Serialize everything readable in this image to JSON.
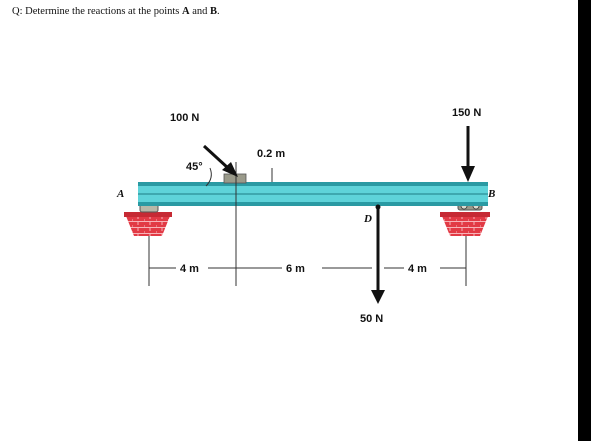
{
  "question": {
    "prefix": "Q: Determine the reactions at the points ",
    "point_a": "A",
    "conjunction": " and ",
    "point_b": "B",
    "suffix": "."
  },
  "diagram": {
    "loads": {
      "left_force": "100 N",
      "right_force": "150 N",
      "bottom_force": "50 N",
      "angle": "45°",
      "offset": "0.2 m"
    },
    "points": {
      "a": "A",
      "b": "B",
      "d": "D"
    },
    "dimensions": [
      "4 m",
      "6 m",
      "4 m"
    ],
    "colors": {
      "beam": "#5ed3d9",
      "beam_dark": "#2a9aa3",
      "brick": "#e23a45",
      "support": "#9a9a8a"
    }
  }
}
